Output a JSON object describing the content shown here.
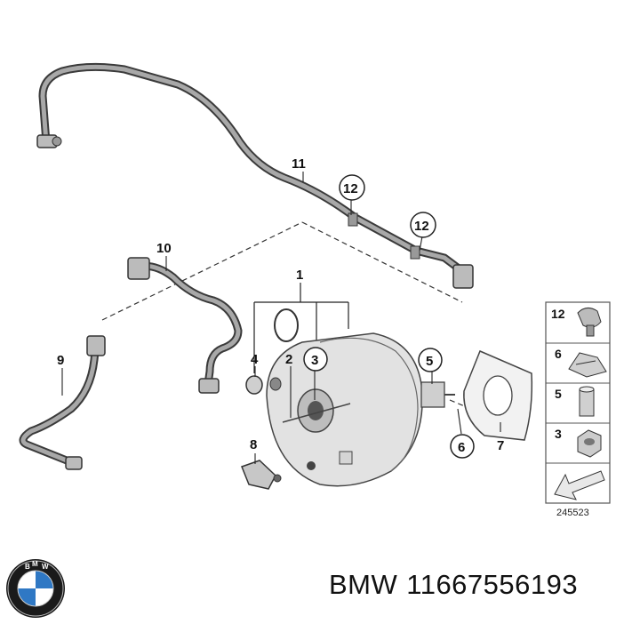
{
  "diagram": {
    "callouts": {
      "c1": "1",
      "c2": "2",
      "c3": "3",
      "c4": "4",
      "c5": "5",
      "c6": "6",
      "c7": "7",
      "c8": "8",
      "c9": "9",
      "c10": "10",
      "c11": "11",
      "c12a": "12",
      "c12b": "12"
    },
    "legend": [
      {
        "num": "12",
        "icon": "hose-clamp-icon"
      },
      {
        "num": "6",
        "icon": "spring-clip-icon"
      },
      {
        "num": "5",
        "icon": "cylinder-pin-icon"
      },
      {
        "num": "3",
        "icon": "hex-nut-icon"
      },
      {
        "num": "",
        "icon": "arrow-down-left-icon"
      }
    ],
    "reference_number": "245523"
  },
  "caption": {
    "brand": "BMW",
    "part_number": "11667556193"
  },
  "logo": {
    "text": "BMW",
    "colors": {
      "ring": "#1a1a1a",
      "blue": "#2f78c4",
      "white": "#ffffff"
    }
  }
}
